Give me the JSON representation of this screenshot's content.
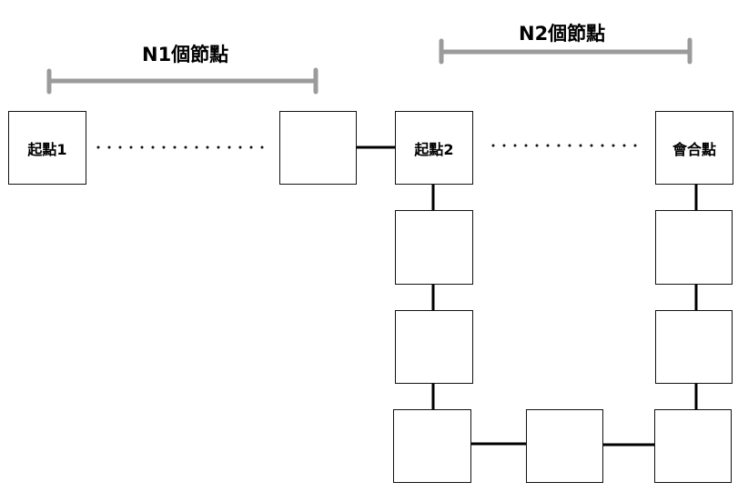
{
  "ranges": {
    "n1_label": "N1個節點",
    "n2_label": "N2個節點"
  },
  "nodes": {
    "start1": "起點1",
    "start2": "起點2",
    "meet": "會合點"
  },
  "colors": {
    "box_border": "#111111",
    "connector": "#000000",
    "range_bracket": "#8a8a8a",
    "dots": "#111111"
  }
}
